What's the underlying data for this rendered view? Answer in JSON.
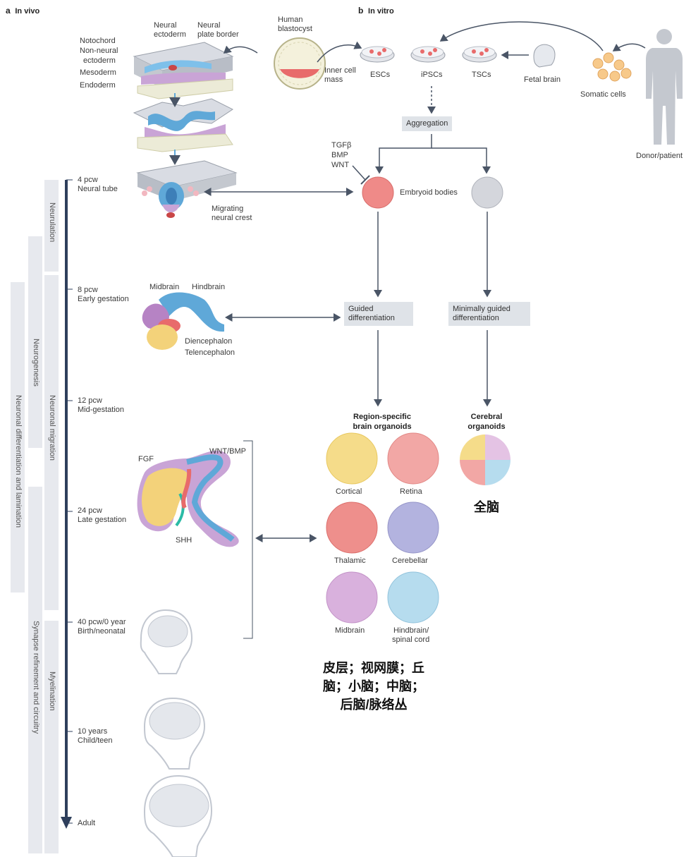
{
  "panel_a": {
    "letter": "a",
    "title": "In vivo"
  },
  "panel_b": {
    "letter": "b",
    "title": "In vitro"
  },
  "germ_layers": {
    "notochord": "Notochord",
    "non_neural": "Non-neural",
    "ectoderm": "ectoderm",
    "mesoderm": "Mesoderm",
    "endoderm": "Endoderm",
    "neural_ecto_1": "Neural",
    "neural_ecto_2": "ectoderm",
    "plate_border_1": "Neural",
    "plate_border_2": "plate border"
  },
  "source": {
    "blastocyst_1": "Human",
    "blastocyst_2": "blastocyst",
    "icm_1": "Inner cell",
    "icm_2": "mass",
    "escs": "ESCs",
    "ipscs": "iPSCs",
    "tscs": "TSCs",
    "fetal_brain": "Fetal brain",
    "somatic": "Somatic cells",
    "donor": "Donor/patient"
  },
  "process": {
    "aggregation": "Aggregation",
    "tgfb": "TGFβ",
    "bmp": "BMP",
    "wnt": "WNT",
    "embryoid": "Embryoid bodies",
    "guided_1": "Guided",
    "guided_2": "differentiation",
    "min_guided_1": "Minimally guided",
    "min_guided_2": "differentiation"
  },
  "timeline": [
    {
      "l1": "4 pcw",
      "l2": "Neural tube"
    },
    {
      "l1": "8 pcw",
      "l2": "Early gestation"
    },
    {
      "l1": "12 pcw",
      "l2": "Mid-gestation"
    },
    {
      "l1": "24 pcw",
      "l2": "Late gestation"
    },
    {
      "l1": "40 pcw/0 year",
      "l2": "Birth/neonatal"
    },
    {
      "l1": "10 years",
      "l2": "Child/teen"
    },
    {
      "l1": "Adult",
      "l2": ""
    }
  ],
  "stages": {
    "neurulation": "Neurulation",
    "neurogenesis": "Neurogenesis",
    "neuronal_migration": "Neuronal migration",
    "myelination": "Myelination",
    "differentiation": "Neuronal differentiation and lamination",
    "synapse": "Synapse refinement and circuitry"
  },
  "anatomy": {
    "migrating_1": "Migrating",
    "migrating_2": "neural crest",
    "midbrain": "Midbrain",
    "hindbrain": "Hindbrain",
    "diencephalon": "Diencephalon",
    "telencephalon": "Telencephalon",
    "fgf": "FGF",
    "wnt_bmp": "WNT/BMP",
    "shh": "SHH"
  },
  "organoids": {
    "region_title_1": "Region-specific",
    "region_title_2": "brain organoids",
    "cerebral_title_1": "Cerebral",
    "cerebral_title_2": "organoids",
    "items": [
      {
        "label": "Cortical",
        "color": "#f5dc8a"
      },
      {
        "label": "Retina",
        "color": "#f2a7a5"
      },
      {
        "label": "Thalamic",
        "color": "#ee8f8c"
      },
      {
        "label": "Cerebellar",
        "color": "#b3b3df"
      },
      {
        "label": "Midbrain",
        "color": "#d9b1dd"
      },
      {
        "label": "Hindbrain/",
        "label2": "spinal cord",
        "color": "#b6dcee"
      }
    ]
  },
  "annotations": {
    "whole_brain": "全脑",
    "regions_1": "皮层；视网膜；丘",
    "regions_2": "脑；小脑；中脑；",
    "regions_3": "后脑/脉络丛"
  },
  "colors": {
    "axis": "#2e3f5c",
    "box": "#dfe3e8",
    "arrow": "#4a5566",
    "neural_blue": "#5fa8d8",
    "mesoderm_purple": "#c9a4d6",
    "yellow": "#f3d27a",
    "red": "#e86b6b"
  }
}
